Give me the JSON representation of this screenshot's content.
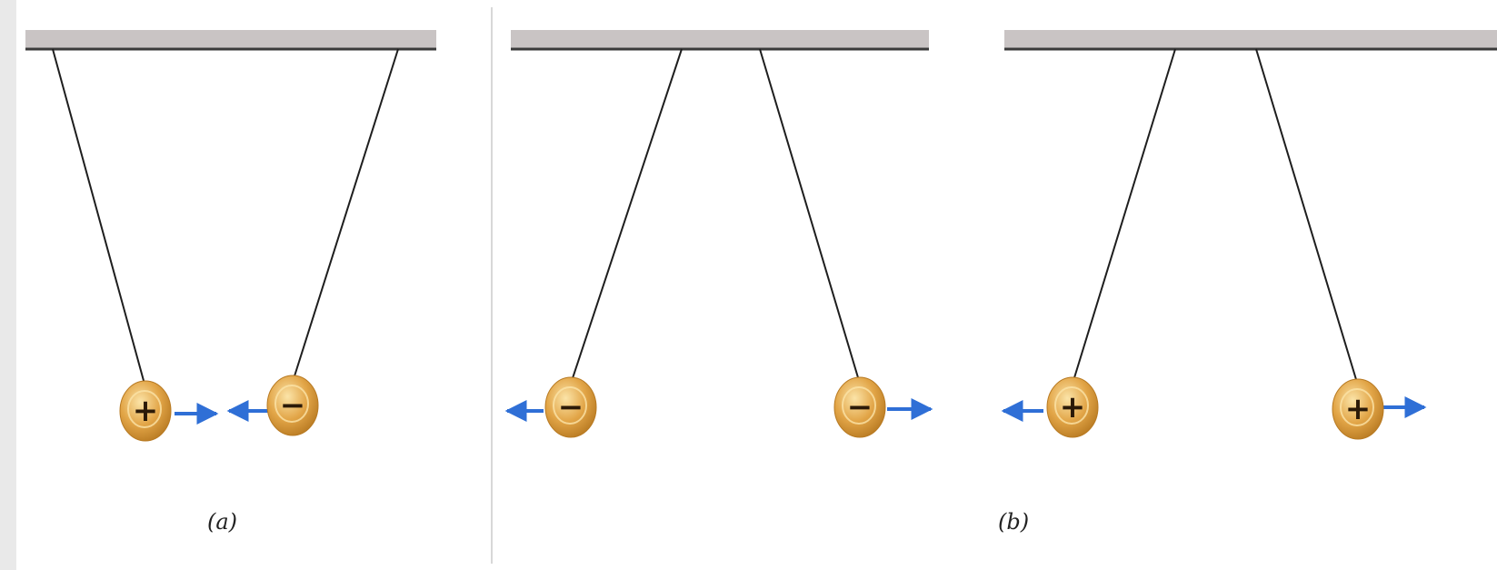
{
  "figure": {
    "panels": [
      {
        "id": "a",
        "caption": "(a)",
        "charges": [
          "+",
          "−"
        ],
        "force_directions": [
          "toward-each-other",
          "toward-each-other"
        ]
      },
      {
        "id": "b-left",
        "caption": "",
        "charges": [
          "−",
          "−"
        ],
        "force_directions": [
          "away",
          "away"
        ]
      },
      {
        "id": "b-right",
        "caption": "",
        "charges": [
          "+",
          "+"
        ],
        "force_directions": [
          "away",
          "away"
        ]
      }
    ],
    "shared_caption": "(b)"
  },
  "colors": {
    "ceiling": "#c9c4c4",
    "ceiling_edge": "#3a3a3a",
    "string": "#1e1e1e",
    "ball_main": "#e2a547",
    "ball_dark": "#b87a22",
    "ball_light": "#fbe4a8",
    "arrow": "#2f6fd6",
    "sign": "#2b1a08",
    "divider": "#d8d8d8",
    "left_edge_shadow": "#e9e9e9"
  }
}
